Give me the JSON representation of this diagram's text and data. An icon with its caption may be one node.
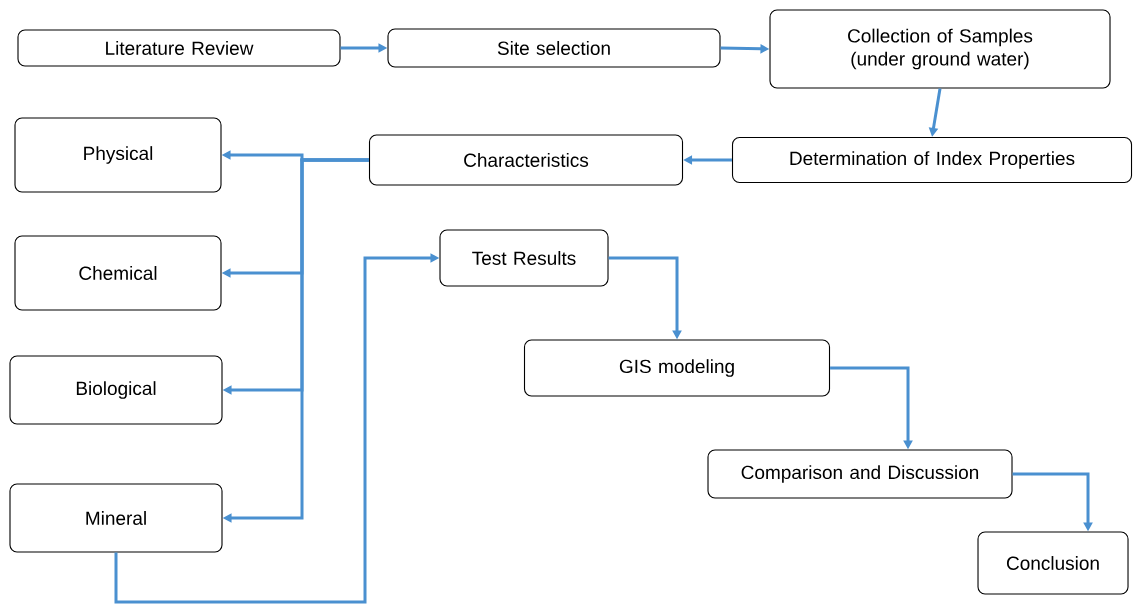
{
  "diagram": {
    "nodes": [
      {
        "text": [
          "Literature Review"
        ]
      },
      {
        "text": [
          "Site selection"
        ]
      },
      {
        "text": [
          "Collection of Samples (under ground water)"
        ]
      },
      {
        "text": [
          "Determination of Index Properties"
        ]
      },
      {
        "text": [
          "Characteristics"
        ]
      },
      {
        "text": [
          "Physical"
        ]
      },
      {
        "text": [
          "Chemical"
        ]
      },
      {
        "text": [
          "Biological"
        ]
      },
      {
        "text": [
          "Mineral"
        ]
      },
      {
        "text": [
          "Test Results"
        ]
      },
      {
        "text": [
          "GIS modeling"
        ]
      },
      {
        "text": [
          "Comparison and Discussion"
        ]
      },
      {
        "text": [
          "Conclusion"
        ]
      }
    ],
    "edges": [
      {
        "from": 0,
        "to": 1,
        "arrow": "to"
      },
      {
        "from": 1,
        "to": 2,
        "arrow": "to"
      },
      {
        "from": 2,
        "to": 3,
        "arrow": "to"
      },
      {
        "from": 3,
        "to": 4,
        "arrow": "to"
      },
      {
        "from": 4,
        "to": 5,
        "arrow": "to"
      },
      {
        "from": 4,
        "to": 6,
        "arrow": "to"
      },
      {
        "from": 4,
        "to": 7,
        "arrow": "to"
      },
      {
        "from": 4,
        "to": 8,
        "arrow": "to"
      },
      {
        "from": 8,
        "to": 9,
        "arrow": "to"
      },
      {
        "from": 9,
        "to": 10,
        "arrow": "to"
      },
      {
        "from": 10,
        "to": 11,
        "arrow": "to"
      },
      {
        "from": 11,
        "to": 12,
        "arrow": "to"
      }
    ]
  }
}
